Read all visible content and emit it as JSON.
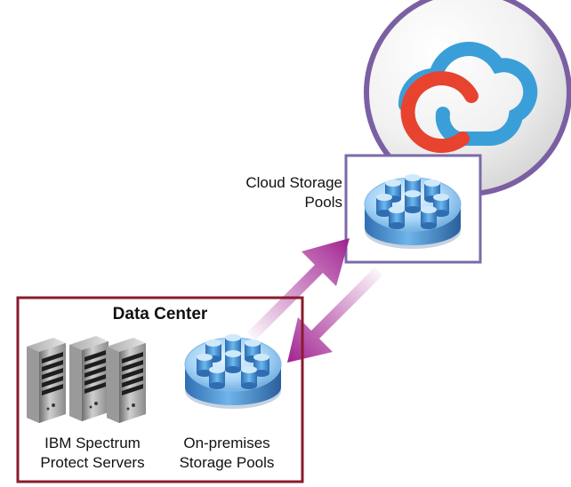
{
  "cloud_storage": {
    "label_line1": "Cloud Storage",
    "label_line2": "Pools"
  },
  "data_center": {
    "title": "Data Center",
    "servers_label_line1": "IBM Spectrum",
    "servers_label_line2": "Protect Servers",
    "pools_label_line1": "On-premises",
    "pools_label_line2": "Storage Pools"
  },
  "icons": {
    "cloud": "cloud-icon",
    "storage_pool": "storage-pool-icon",
    "server_rack": "server-rack-icon",
    "arrow_up": "arrow-up-right-icon",
    "arrow_down": "arrow-down-left-icon"
  },
  "colors": {
    "cloud_circle_border": "#7b5fa3",
    "cloud_box_border": "#7b6aa8",
    "data_center_border": "#8a1b2e",
    "cloud_blue": "#3a9fd8",
    "cloud_red": "#e7432f",
    "arrow_magenta": "#9b2a8e",
    "cylinder_blue": "#5a9fd8"
  }
}
